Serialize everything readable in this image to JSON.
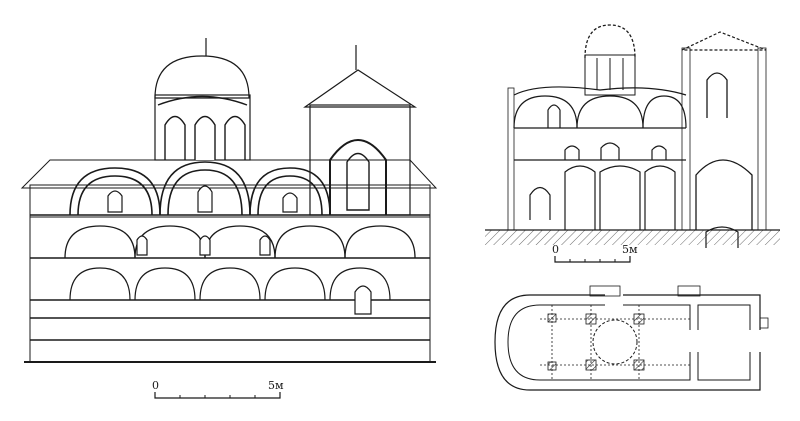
{
  "drawings": {
    "facade": {
      "scale": {
        "zero": "0",
        "five": "5м"
      }
    },
    "section": {
      "scale": {
        "zero": "0",
        "five": "5м"
      }
    },
    "plan": {}
  },
  "colors": {
    "ink": "#1a1a1a",
    "paper": "#ffffff",
    "hatch": "#333333"
  }
}
